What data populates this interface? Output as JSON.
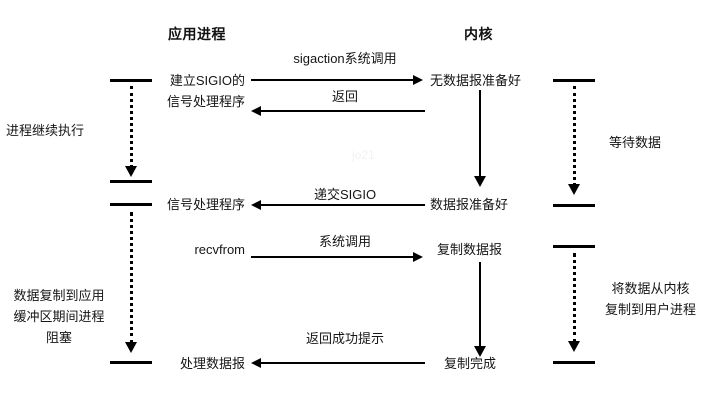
{
  "diagram": {
    "title_left": "应用进程",
    "title_right": "内核",
    "columns": {
      "application_process": "应用进程",
      "kernel": "内核"
    },
    "app_steps": [
      {
        "id": "setup-handler",
        "line1": "建立SIGIO的",
        "line2": "信号处理程序"
      },
      {
        "id": "signal-handler",
        "label": "信号处理程序"
      },
      {
        "id": "recvfrom",
        "label": "recvfrom"
      },
      {
        "id": "process-datagram",
        "label": "处理数据报"
      }
    ],
    "kernel_steps": [
      {
        "id": "no-datagram-ready",
        "label": "无数据报准备好"
      },
      {
        "id": "datagram-ready",
        "label": "数据报准备好"
      },
      {
        "id": "copy-datagram",
        "label": "复制数据报"
      },
      {
        "id": "copy-complete",
        "label": "复制完成"
      }
    ],
    "messages": [
      {
        "id": "sigaction-syscall",
        "label": "sigaction系统调用",
        "direction": "right"
      },
      {
        "id": "return",
        "label": "返回",
        "direction": "left"
      },
      {
        "id": "deliver-sigio",
        "label": "递交SIGIO",
        "direction": "left"
      },
      {
        "id": "syscall",
        "label": "系统调用",
        "direction": "right"
      },
      {
        "id": "return-success",
        "label": "返回成功提示",
        "direction": "left"
      }
    ],
    "annotations": {
      "process_continues": "进程继续执行",
      "blocked_during_copy_l1": "数据复制到应用",
      "blocked_during_copy_l2": "缓冲区期间进程",
      "blocked_during_copy_l3": "阻塞",
      "waiting_for_data": "等待数据",
      "copy_kernel_to_user_l1": "将数据从内核",
      "copy_kernel_to_user_l2": "复制到用户进程"
    },
    "watermark": "jo21",
    "colors": {
      "ink": "#000000",
      "text": "#151515",
      "background": "#ffffff"
    }
  }
}
